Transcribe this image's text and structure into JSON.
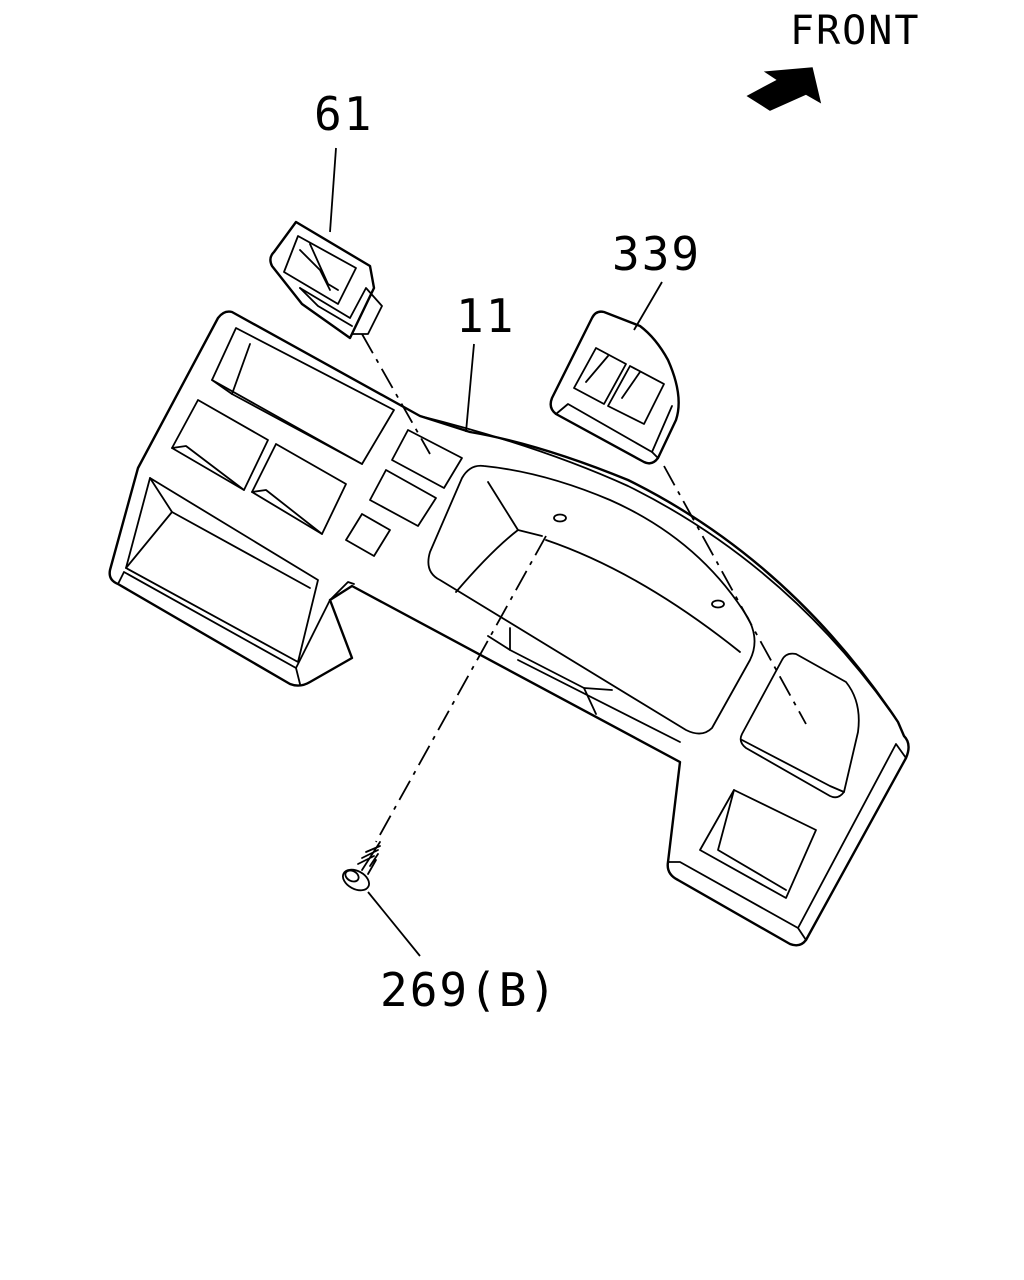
{
  "orientation": {
    "label": "FRONT",
    "icon": "front-arrow-icon"
  },
  "callouts": [
    {
      "id": "61",
      "text": "61"
    },
    {
      "id": "339",
      "text": "339"
    },
    {
      "id": "11",
      "text": "11"
    },
    {
      "id": "269b",
      "text": "269(B)"
    }
  ],
  "colors": {
    "line": "#000000",
    "background": "#ffffff"
  }
}
